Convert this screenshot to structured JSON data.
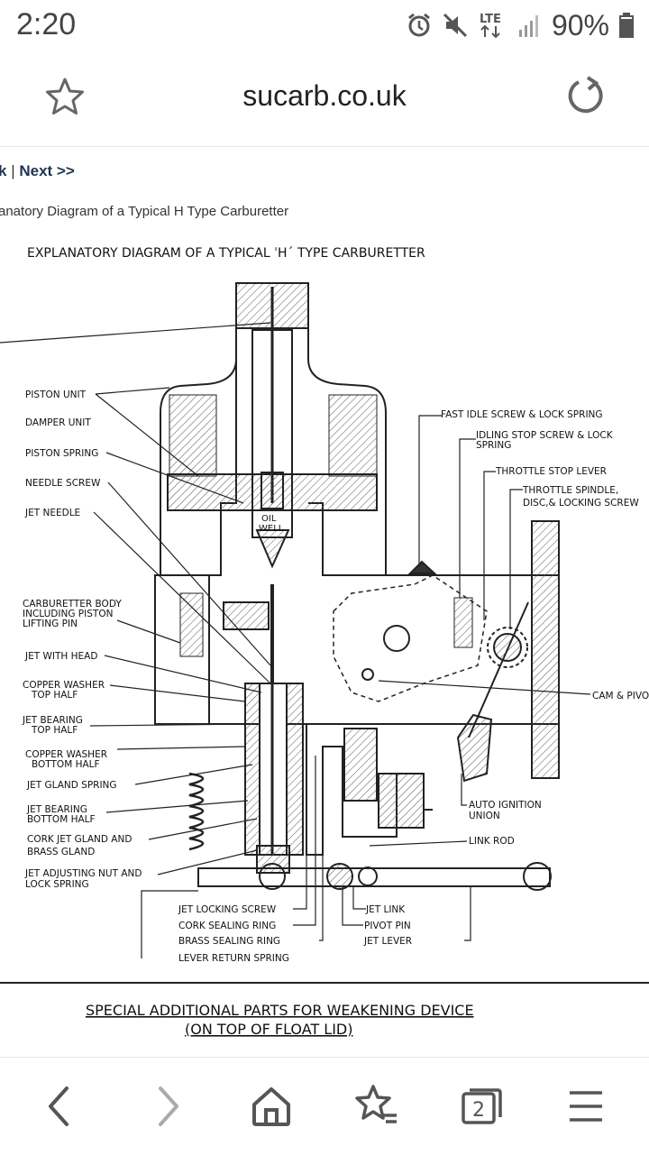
{
  "status_bar": {
    "time": "2:20",
    "network": "LTE",
    "battery": "90%",
    "icons": [
      "alarm-icon",
      "mute-icon",
      "lte-icon",
      "signal-icon",
      "battery-icon"
    ]
  },
  "browser": {
    "url": "sucarb.co.uk",
    "icons": [
      "star-icon",
      "reload-icon"
    ]
  },
  "page": {
    "nav_prev": "k",
    "nav_sep": "|",
    "nav_next": "Next >>",
    "caption": "anatory Diagram of a Typical H Type Carburetter"
  },
  "diagram": {
    "title": "EXPLANATORY   DIAGRAM   OF  A  TYPICAL  ˈHˊ TYPE  CARBURETTER",
    "left_labels": [
      "PISTON UNIT",
      "DAMPER UNIT",
      "PISTON SPRING",
      "NEEDLE SCREW",
      "JET NEEDLE",
      "CARBURETTER BODY",
      "INCLUDING PISTON",
      "LIFTING PIN",
      "JET WITH HEAD",
      "COPPER WASHER",
      "TOP HALF",
      "JET BEARING",
      "TOP HALF",
      "COPPER  WASHER",
      "BOTTOM  HALF",
      "JET GLAND SPRING",
      "JET BEARING",
      "BOTTOM HALF",
      "CORK JET GLAND AND",
      "BRASS  GLAND",
      "JET ADJUSTING NUT AND",
      "LOCK SPRING"
    ],
    "right_labels": [
      "FAST IDLE SCREW & LOCK SPRING",
      "IDLING  STOP SCREW & LOCK",
      "SPRING",
      "THROTTLE STOP LEVER",
      "THROTTLE SPINDLE,",
      "DISC,& LOCKING SCREW",
      "CAM & PIVOT",
      "AUTO  IGNITION",
      "UNION",
      "LINK ROD"
    ],
    "bottom_labels": [
      "JET LOCKING SCREW",
      "CORK SEALING RING",
      "BRASS SEALING RING",
      "LEVER RETURN SPRING",
      "JET LINK",
      "PIVOT PIN",
      "JET LEVER"
    ],
    "oil_well": [
      "OIL",
      "WELL"
    ],
    "special_1": "SPECIAL  ADDITIONAL  PARTS  FOR  WEAKENING  DEVICE",
    "special_2": "(ON  TOP  OF  FLOAT  LID)"
  },
  "bottom_nav": {
    "tab_count": "2",
    "icons": [
      "back-icon",
      "forward-icon",
      "home-icon",
      "bookmarks-icon",
      "tabs-icon",
      "menu-icon"
    ]
  }
}
